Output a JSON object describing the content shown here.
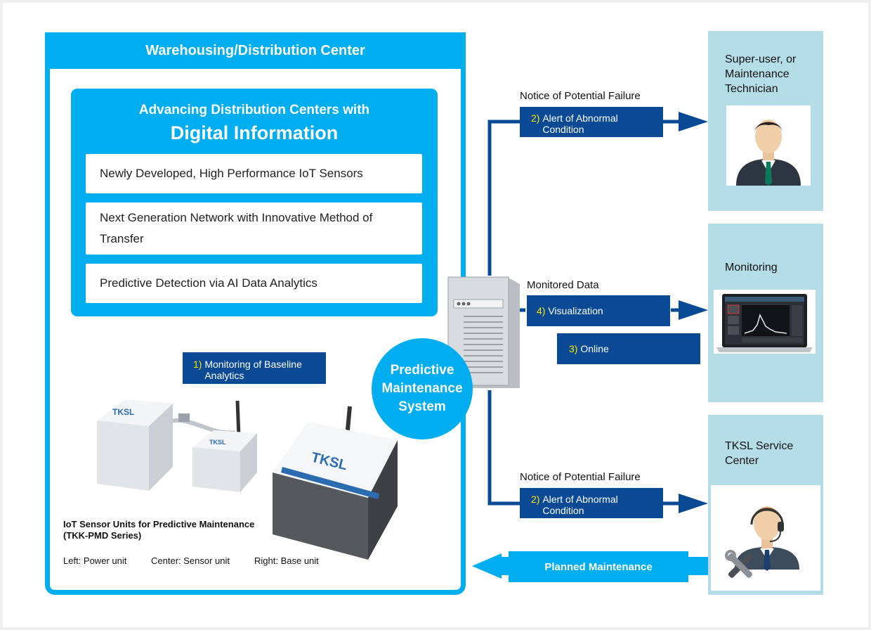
{
  "warehouse": {
    "header": "Warehousing/Distribution Center",
    "adv_title_line1": "Advancing Distribution Centers with",
    "adv_title_line2": "Digital Information",
    "features": [
      "Newly Developed, High Performance IoT Sensors",
      "Next Generation Network with Innovative Method of Transfer",
      "Predictive Detection via AI Data Analytics"
    ],
    "monitoring_tag": {
      "num": "1)",
      "text": "Monitoring of Baseline Analytics"
    },
    "caption_title": "IoT Sensor Units for Predictive Maintenance",
    "caption_series": "(TKK-PMD Series)",
    "caption_units": [
      "Left: Power unit",
      "Center: Sensor unit",
      "Right: Base unit"
    ],
    "device_brand": "TKSL"
  },
  "system": {
    "label": "Predictive Maintenance System"
  },
  "flows": {
    "notice_top": "Notice of Potential Failure",
    "alert_top": {
      "num": "2)",
      "text": "Alert of Abnormal Condition"
    },
    "monitored_data": "Monitored Data",
    "visualization": {
      "num": "4)",
      "text": "Visualization"
    },
    "online": {
      "num": "3)",
      "text": "Online"
    },
    "notice_bottom": "Notice of Potential Failure",
    "alert_bottom": {
      "num": "2)",
      "text": "Alert of Abnormal Condition"
    },
    "planned": "Planned Maintenance"
  },
  "sides": {
    "superuser": "Super-user, or Maintenance Technician",
    "monitoring": "Monitoring",
    "tksl": "TKSL Service Center"
  },
  "colors": {
    "cyan": "#00aeef",
    "navy": "#0a4a94",
    "panel": "#b5dde8"
  }
}
